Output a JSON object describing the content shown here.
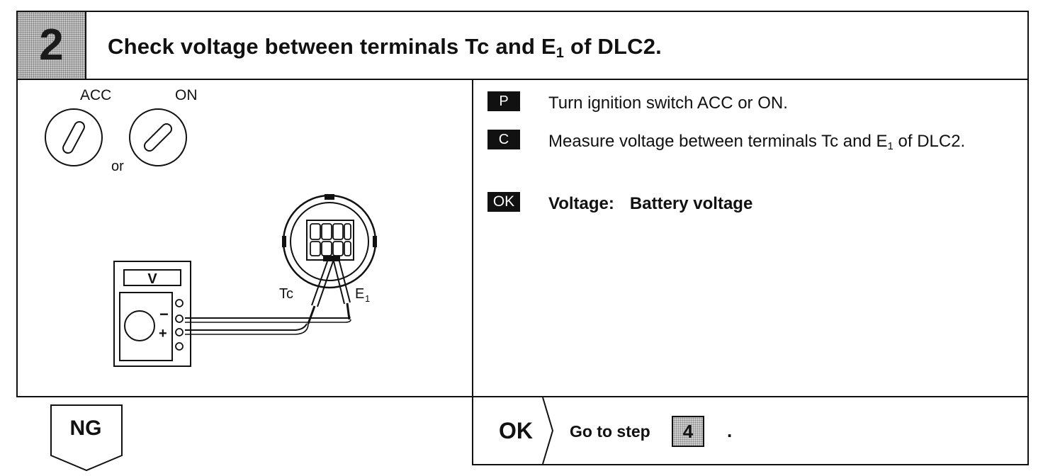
{
  "header": {
    "step_number": "2",
    "title_prefix": "Check voltage between terminals Tc and E",
    "title_subscript": "1",
    "title_suffix": " of DLC2."
  },
  "figure": {
    "switch_label_acc": "ACC",
    "switch_label_on": "ON",
    "or_label": "or",
    "meter_label": "V",
    "minus_label": "−",
    "plus_label": "+",
    "probe_tc_label": "Tc",
    "probe_e_label": "E",
    "probe_e_subscript": "1"
  },
  "steps": {
    "p_tag": "P",
    "p_text": "Turn ignition switch ACC or ON.",
    "c_tag": "C",
    "c_text_prefix": "Measure voltage between terminals Tc and E",
    "c_text_subscript": "1",
    "c_text_suffix": " of DLC2.",
    "ok_tag": "OK",
    "ok_label": "Voltage:",
    "ok_value": "Battery voltage"
  },
  "results": {
    "ng_label": "NG",
    "ok_label": "OK",
    "goto_text": "Go to step",
    "goto_step": "4",
    "goto_suffix": "."
  }
}
